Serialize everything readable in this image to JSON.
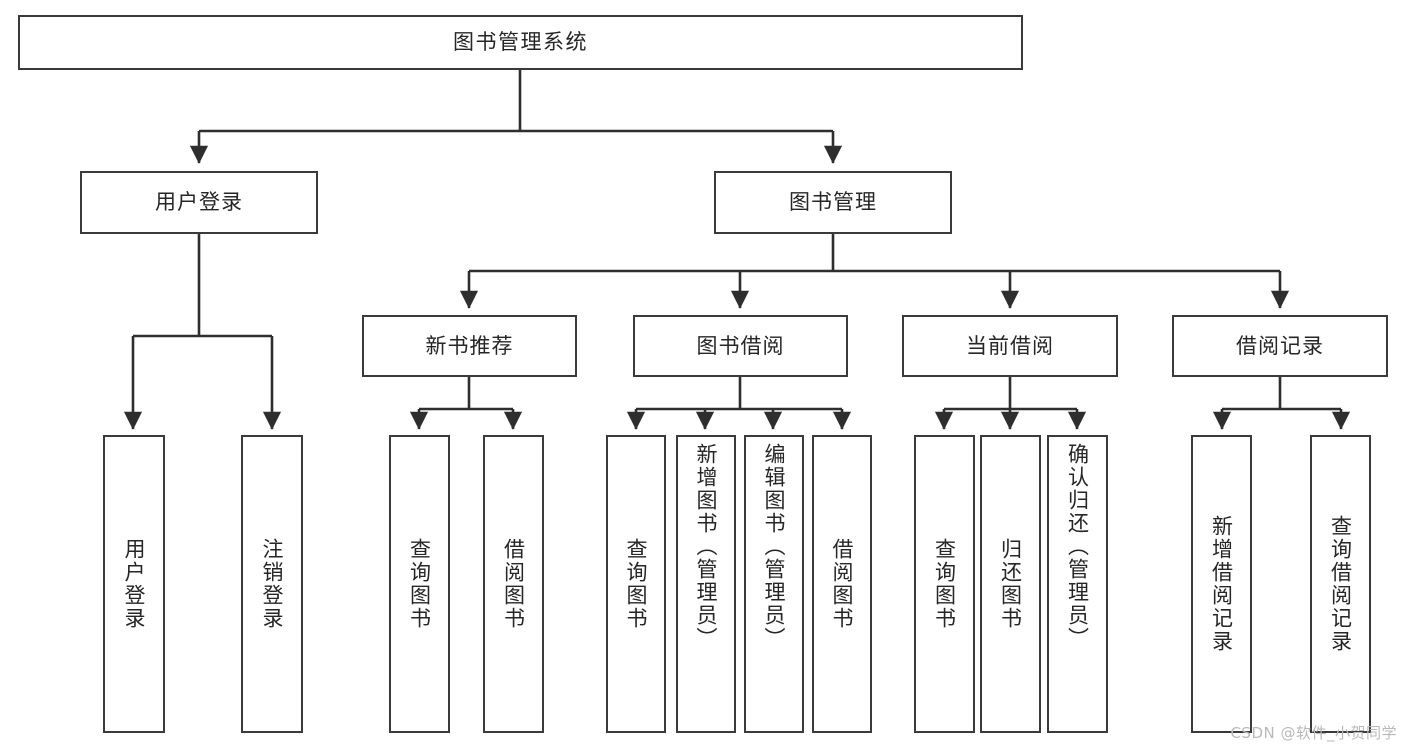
{
  "diagram": {
    "title": "图书管理系统",
    "type": "tree-hierarchy-chart",
    "watermark": "CSDN @软件_小贺同学",
    "colors": {
      "stroke": "#3a3a3a",
      "node_fill": "#ffffff",
      "text": "#262626",
      "background": "#ffffff",
      "watermark": "#b9b9b9"
    },
    "nodes": {
      "root": {
        "label": "图书管理系统"
      },
      "level1": [
        {
          "label": "用户登录"
        },
        {
          "label": "图书管理"
        }
      ],
      "level2": [
        {
          "label": "新书推荐"
        },
        {
          "label": "图书借阅"
        },
        {
          "label": "当前借阅"
        },
        {
          "label": "借阅记录"
        }
      ],
      "leaves": {
        "user_login": [
          {
            "label": "用户登录"
          },
          {
            "label": "注销登录"
          }
        ],
        "new_book_recommend": [
          {
            "label": "查询图书"
          },
          {
            "label": "借阅图书"
          }
        ],
        "book_borrow": [
          {
            "label": "查询图书"
          },
          {
            "label": "新增图书（管理员）"
          },
          {
            "label": "编辑图书（管理员）"
          },
          {
            "label": "借阅图书"
          }
        ],
        "current_borrow": [
          {
            "label": "查询图书"
          },
          {
            "label": "归还图书"
          },
          {
            "label": "确认归还（管理员）"
          }
        ],
        "borrow_record": [
          {
            "label": "新增借阅记录"
          },
          {
            "label": "查询借阅记录"
          }
        ]
      }
    }
  }
}
